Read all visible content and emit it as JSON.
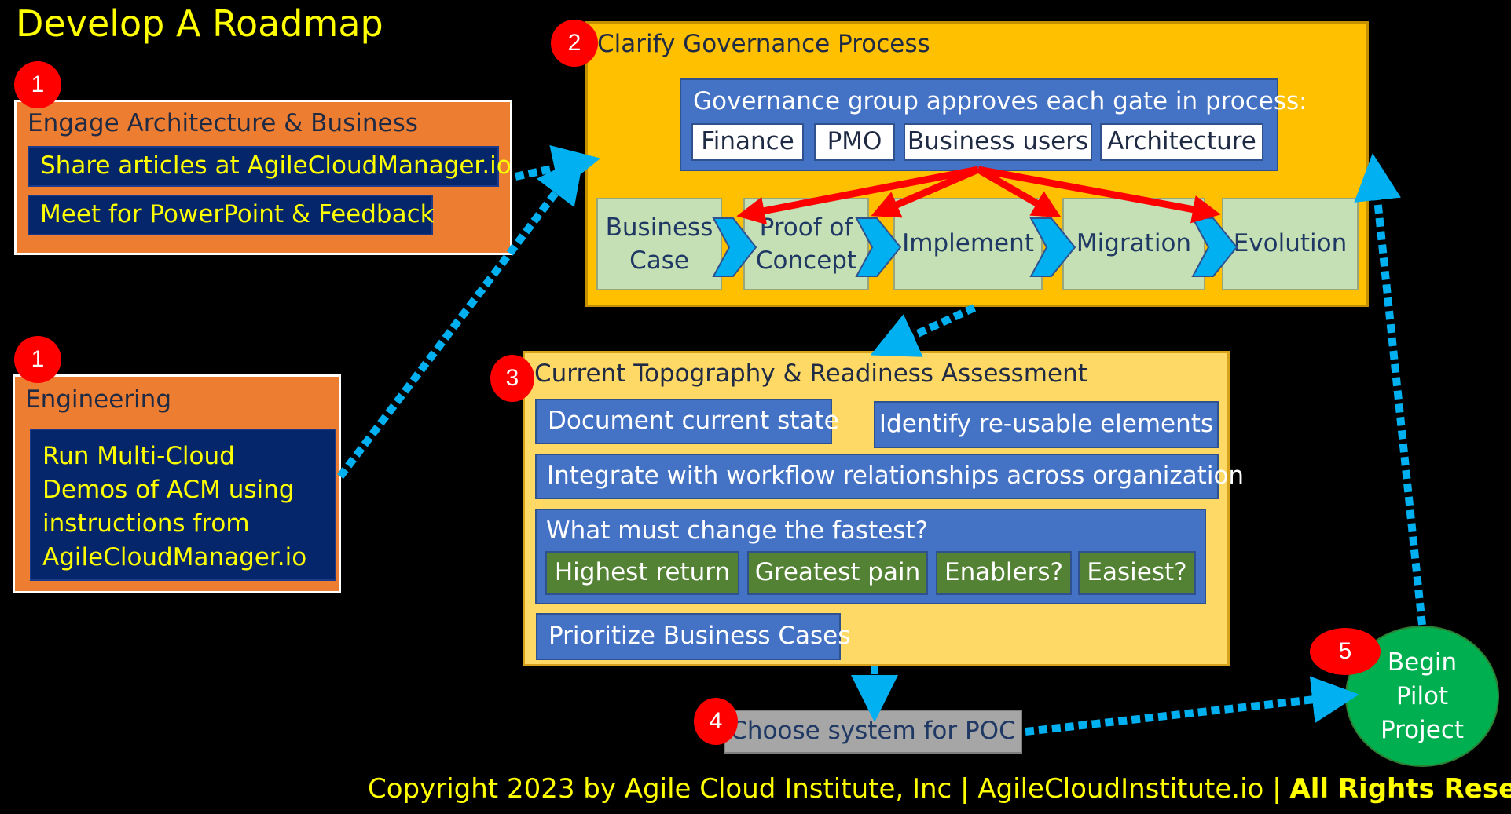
{
  "title": "Develop A Roadmap",
  "badges": {
    "b1a": "1",
    "b1b": "1",
    "b2": "2",
    "b3": "3",
    "b4": "4",
    "b5": "5"
  },
  "engage": {
    "title": "Engage Architecture & Business",
    "item1": "Share articles at AgileCloudManager.io",
    "item2": "Meet for PowerPoint & Feedback"
  },
  "engineering": {
    "title": "Engineering",
    "line1": "Run Multi-Cloud",
    "line2": "Demos of ACM using",
    "line3": "instructions from",
    "line4": "AgileCloudManager.io"
  },
  "governance": {
    "title": "Clarify Governance Process",
    "group_label": "Governance group approves each gate in process:",
    "members": [
      "Finance",
      "PMO",
      "Business users",
      "Architecture"
    ],
    "steps": {
      "business_case_1": "Business",
      "business_case_2": "Case",
      "poc_1": "Proof of",
      "poc_2": "Concept",
      "implement": "Implement",
      "migration": "Migration",
      "evolution": "Evolution"
    }
  },
  "assessment": {
    "title": "Current Topography & Readiness Assessment",
    "document": "Document current state",
    "identify": "Identify re-usable elements",
    "integrate": "Integrate with workflow relationships across organization",
    "change_title": "What must change the fastest?",
    "criteria": [
      "Highest return",
      "Greatest pain",
      "Enablers?",
      "Easiest?"
    ],
    "prioritize": "Prioritize Business Cases"
  },
  "poc": {
    "label": "Choose system for POC"
  },
  "pilot": {
    "line1": "Begin",
    "line2": "Pilot",
    "line3": "Project"
  },
  "footer": {
    "copyright": "Copyright 2023 by Agile Cloud Institute, Inc | AgileCloudInstitute.io | ",
    "rights": "All Rights Reserved"
  },
  "colors": {
    "background": "#000000",
    "title_text": "#ffff00",
    "orange": "#ed7d31",
    "navy": "#06266b",
    "gold": "#ffc000",
    "light_gold": "#ffd966",
    "blue": "#4472c4",
    "green_step": "#c5e0b4",
    "green_chip": "#548235",
    "badge_red": "#ff0000",
    "arrow_blue": "#00b0f0",
    "arrow_red": "#ff0000",
    "pilot_green": "#00b050"
  }
}
